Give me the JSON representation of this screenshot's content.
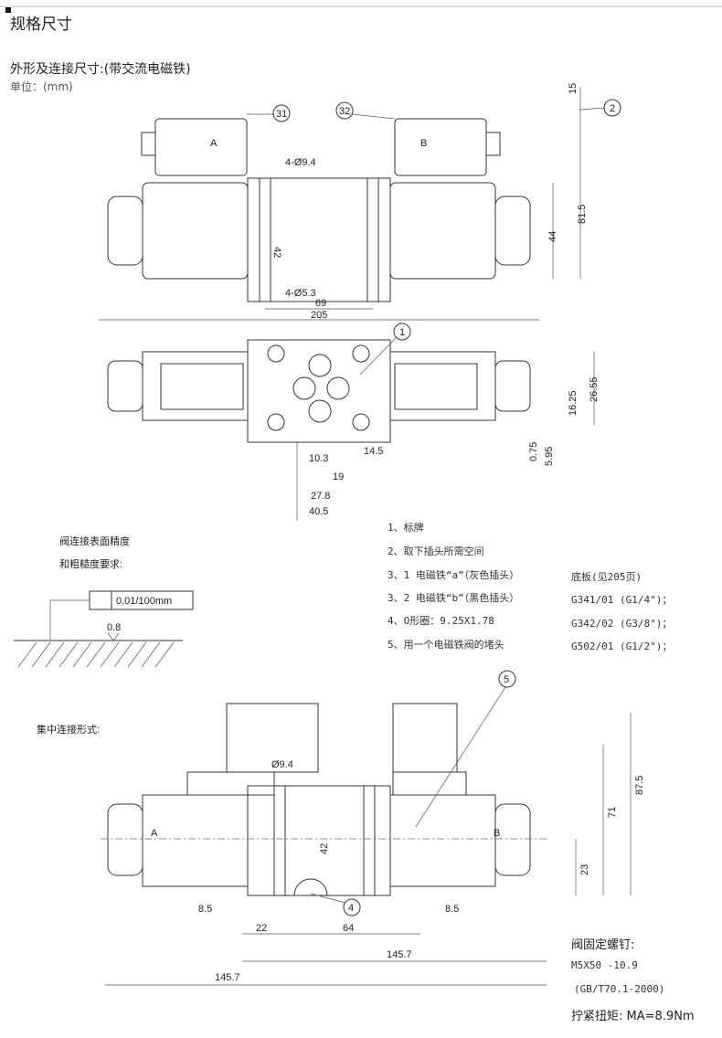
{
  "title": "规格尺寸",
  "subtitle": "外形及连接尺寸:(带交流电磁铁)",
  "unit": "单位：(mm)",
  "top_view": {
    "callout_a": "31",
    "callout_b": "32",
    "callout_2": "2",
    "label_a": "A",
    "label_b": "B",
    "dims": [
      "4-Ø9.4",
      "42",
      "4-Ø5.3",
      "69",
      "205",
      "15",
      "81.5",
      "44"
    ]
  },
  "plan_view": {
    "callout_1": "1",
    "dims": [
      "26.55",
      "16.25",
      "14.5",
      "0.75",
      "5.95",
      "10.3",
      "19",
      "27.8",
      "40.5"
    ]
  },
  "surface": {
    "line1": "阀连接表面精度",
    "line2": "和粗糙度要求:",
    "flatness": "0.01/100mm",
    "roughness": "0.8"
  },
  "legend": [
    "1、标牌",
    "2、取下插头所需空间",
    "3、1 电磁铁“a”（灰色插头）",
    "3、2 电磁铁“b”（黑色插头）",
    "4、O形圈：9.25X1.78",
    "5、用一个电磁铁阀的堵头"
  ],
  "subplate": [
    "底板(见205页)",
    "G341/01 (G1/4\")；",
    "G342/02 (G3/8\")；",
    "G502/01 (G1/2\")；"
  ],
  "front_view": {
    "heading": "集中连接形式:",
    "label_a": "A",
    "label_b": "B",
    "callout_4": "4",
    "callout_5": "5",
    "dims": [
      "Ø9.4",
      "42",
      "8.5",
      "8.5",
      "22",
      "64",
      "145.7",
      "145.7",
      "87.5",
      "71",
      "23"
    ]
  },
  "screws": {
    "title": "阀固定螺钉:",
    "spec": "M5X50 -10.9",
    "std": "(GB/T70.1-2000)",
    "torque": "拧紧扭矩: MA=8.9Nm"
  }
}
